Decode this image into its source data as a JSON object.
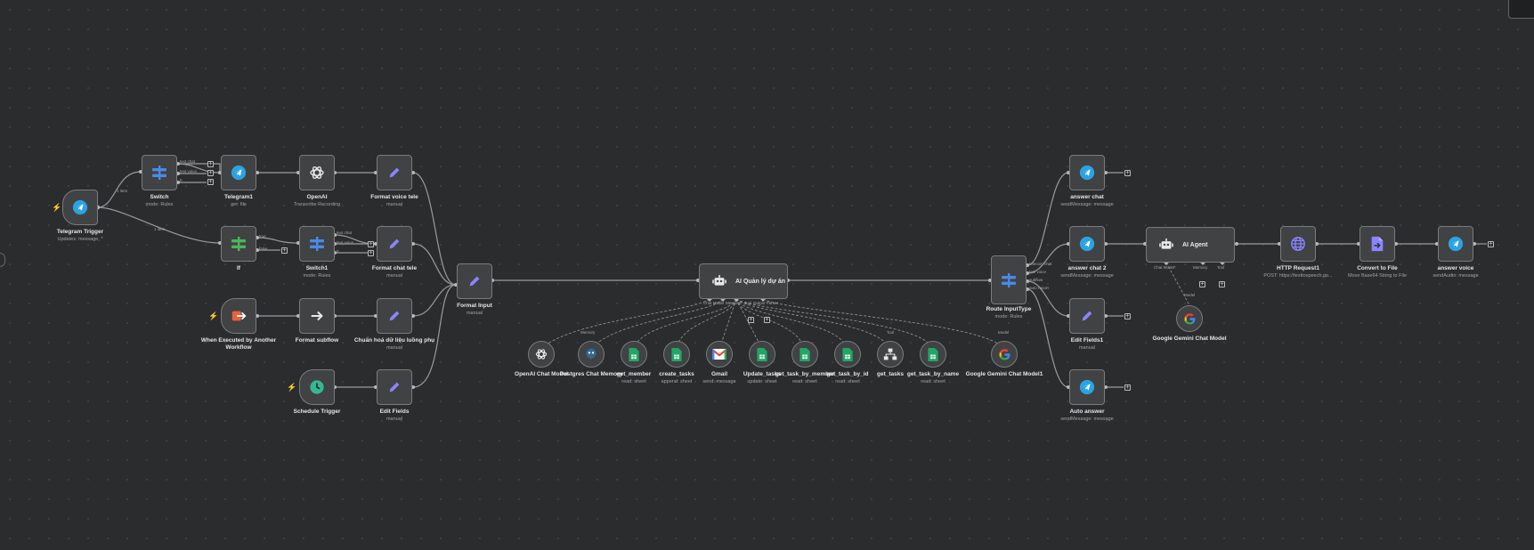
{
  "colors": {
    "telegram": "#2aa3e3",
    "switch": "#4a8ae6",
    "if": "#4bb55a",
    "edit": "#8b84ff",
    "trigger": "#e8623c",
    "schedule": "#35b892",
    "sheets": "#21a765",
    "http": "#8b84ff",
    "wire": "#9a9b9d",
    "node_bg": "#414244"
  },
  "nodes": {
    "telegram_trigger": {
      "title": "Telegram Trigger",
      "sub": "Updates: message, *"
    },
    "switch": {
      "title": "Switch",
      "sub": "mode: Rules"
    },
    "telegram1": {
      "title": "Telegram1",
      "sub": "get: file"
    },
    "openai": {
      "title": "OpenAI",
      "sub": "Transcribe Recording"
    },
    "format_voice": {
      "title": "Format voice tele",
      "sub": "manual"
    },
    "if": {
      "title": "If",
      "sub": ""
    },
    "switch1": {
      "title": "Switch1",
      "sub": "mode: Rules"
    },
    "format_chat": {
      "title": "Format chat tele",
      "sub": "manual"
    },
    "when_executed": {
      "title": "When Executed by Another Workflow",
      "sub": ""
    },
    "format_subflow": {
      "title": "Format subflow",
      "sub": ""
    },
    "chuan_hoa": {
      "title": "Chuẩn hoá dữ liệu luồng phụ",
      "sub": "manual"
    },
    "schedule": {
      "title": "Schedule Trigger",
      "sub": ""
    },
    "edit_fields": {
      "title": "Edit Fields",
      "sub": "manual"
    },
    "format_input": {
      "title": "Format Input",
      "sub": "manual"
    },
    "ai_quan_ly": {
      "title": "AI Quản lý dự án",
      "sub": ""
    },
    "route": {
      "title": "Route InputType",
      "sub": "mode: Rules"
    },
    "answer_chat": {
      "title": "answer chat",
      "sub": "sendMessage: message"
    },
    "answer_chat2": {
      "title": "answer chat 2",
      "sub": "sendMessage: message"
    },
    "edit_fields1": {
      "title": "Edit Fields1",
      "sub": "manual"
    },
    "auto_answer": {
      "title": "Auto answer",
      "sub": "sendMessage: message"
    },
    "ai_agent": {
      "title": "AI Agent",
      "sub": ""
    },
    "gemini": {
      "title": "Google Gemini Chat Model",
      "sub": ""
    },
    "http": {
      "title": "HTTP Request1",
      "sub": "POST: https://texttospeech.go..."
    },
    "convert": {
      "title": "Convert to File",
      "sub": "Move Base64 String to File"
    },
    "answer_voice": {
      "title": "answer voice",
      "sub": "sendAudio: message"
    }
  },
  "subnodes": {
    "openai_model": {
      "title": "OpenAI Chat Model",
      "sub": ""
    },
    "postgres": {
      "title": "Postgres Chat Memory",
      "sub": ""
    },
    "get_member": {
      "title": "get_member",
      "sub": "read: sheet"
    },
    "create_tasks": {
      "title": "create_tasks",
      "sub": "append: sheet"
    },
    "gmail": {
      "title": "Gmail",
      "sub": "send: message"
    },
    "update_tasks": {
      "title": "Update_tasks",
      "sub": "update: sheet"
    },
    "get_task_by_member": {
      "title": "get_task_by_member",
      "sub": "read: sheet"
    },
    "get_task_by_id": {
      "title": "get_task_by_id",
      "sub": "read: sheet"
    },
    "get_tasks": {
      "title": "get_tasks",
      "sub": ""
    },
    "get_task_by_name": {
      "title": "get_task_by_name",
      "sub": "read: sheet"
    },
    "gemini1": {
      "title": "Google Gemini Chat Model1",
      "sub": ""
    }
  },
  "edge_labels": {
    "items1": "1 item",
    "items2": "1 item",
    "sw_text_chat": "text chat",
    "sw_text_voice": "text voice",
    "sw_0": "0",
    "if_true": "true",
    "if_false": "false",
    "sw1_text_chat": "text chat",
    "sw1_text_voice": "text voice",
    "sw1_0": "0",
    "route_telecom": "telecom chat",
    "route_tele_voice": "tele voice",
    "route_subflow": "subflow",
    "route_auto": "auto report",
    "port_chat_model": "Chat Model",
    "port_memory": "Memory",
    "port_tool": "Tool",
    "port_output_parser": "Output Parser",
    "port_chat_model2": "Chat Model*",
    "port_memory2": "Memory",
    "port_tool2": "Tool",
    "tag_model": "Model",
    "tag_memory": "Memory",
    "tag_tool": "Tool",
    "tag_model2": "Model",
    "tag_model3": "Model"
  }
}
